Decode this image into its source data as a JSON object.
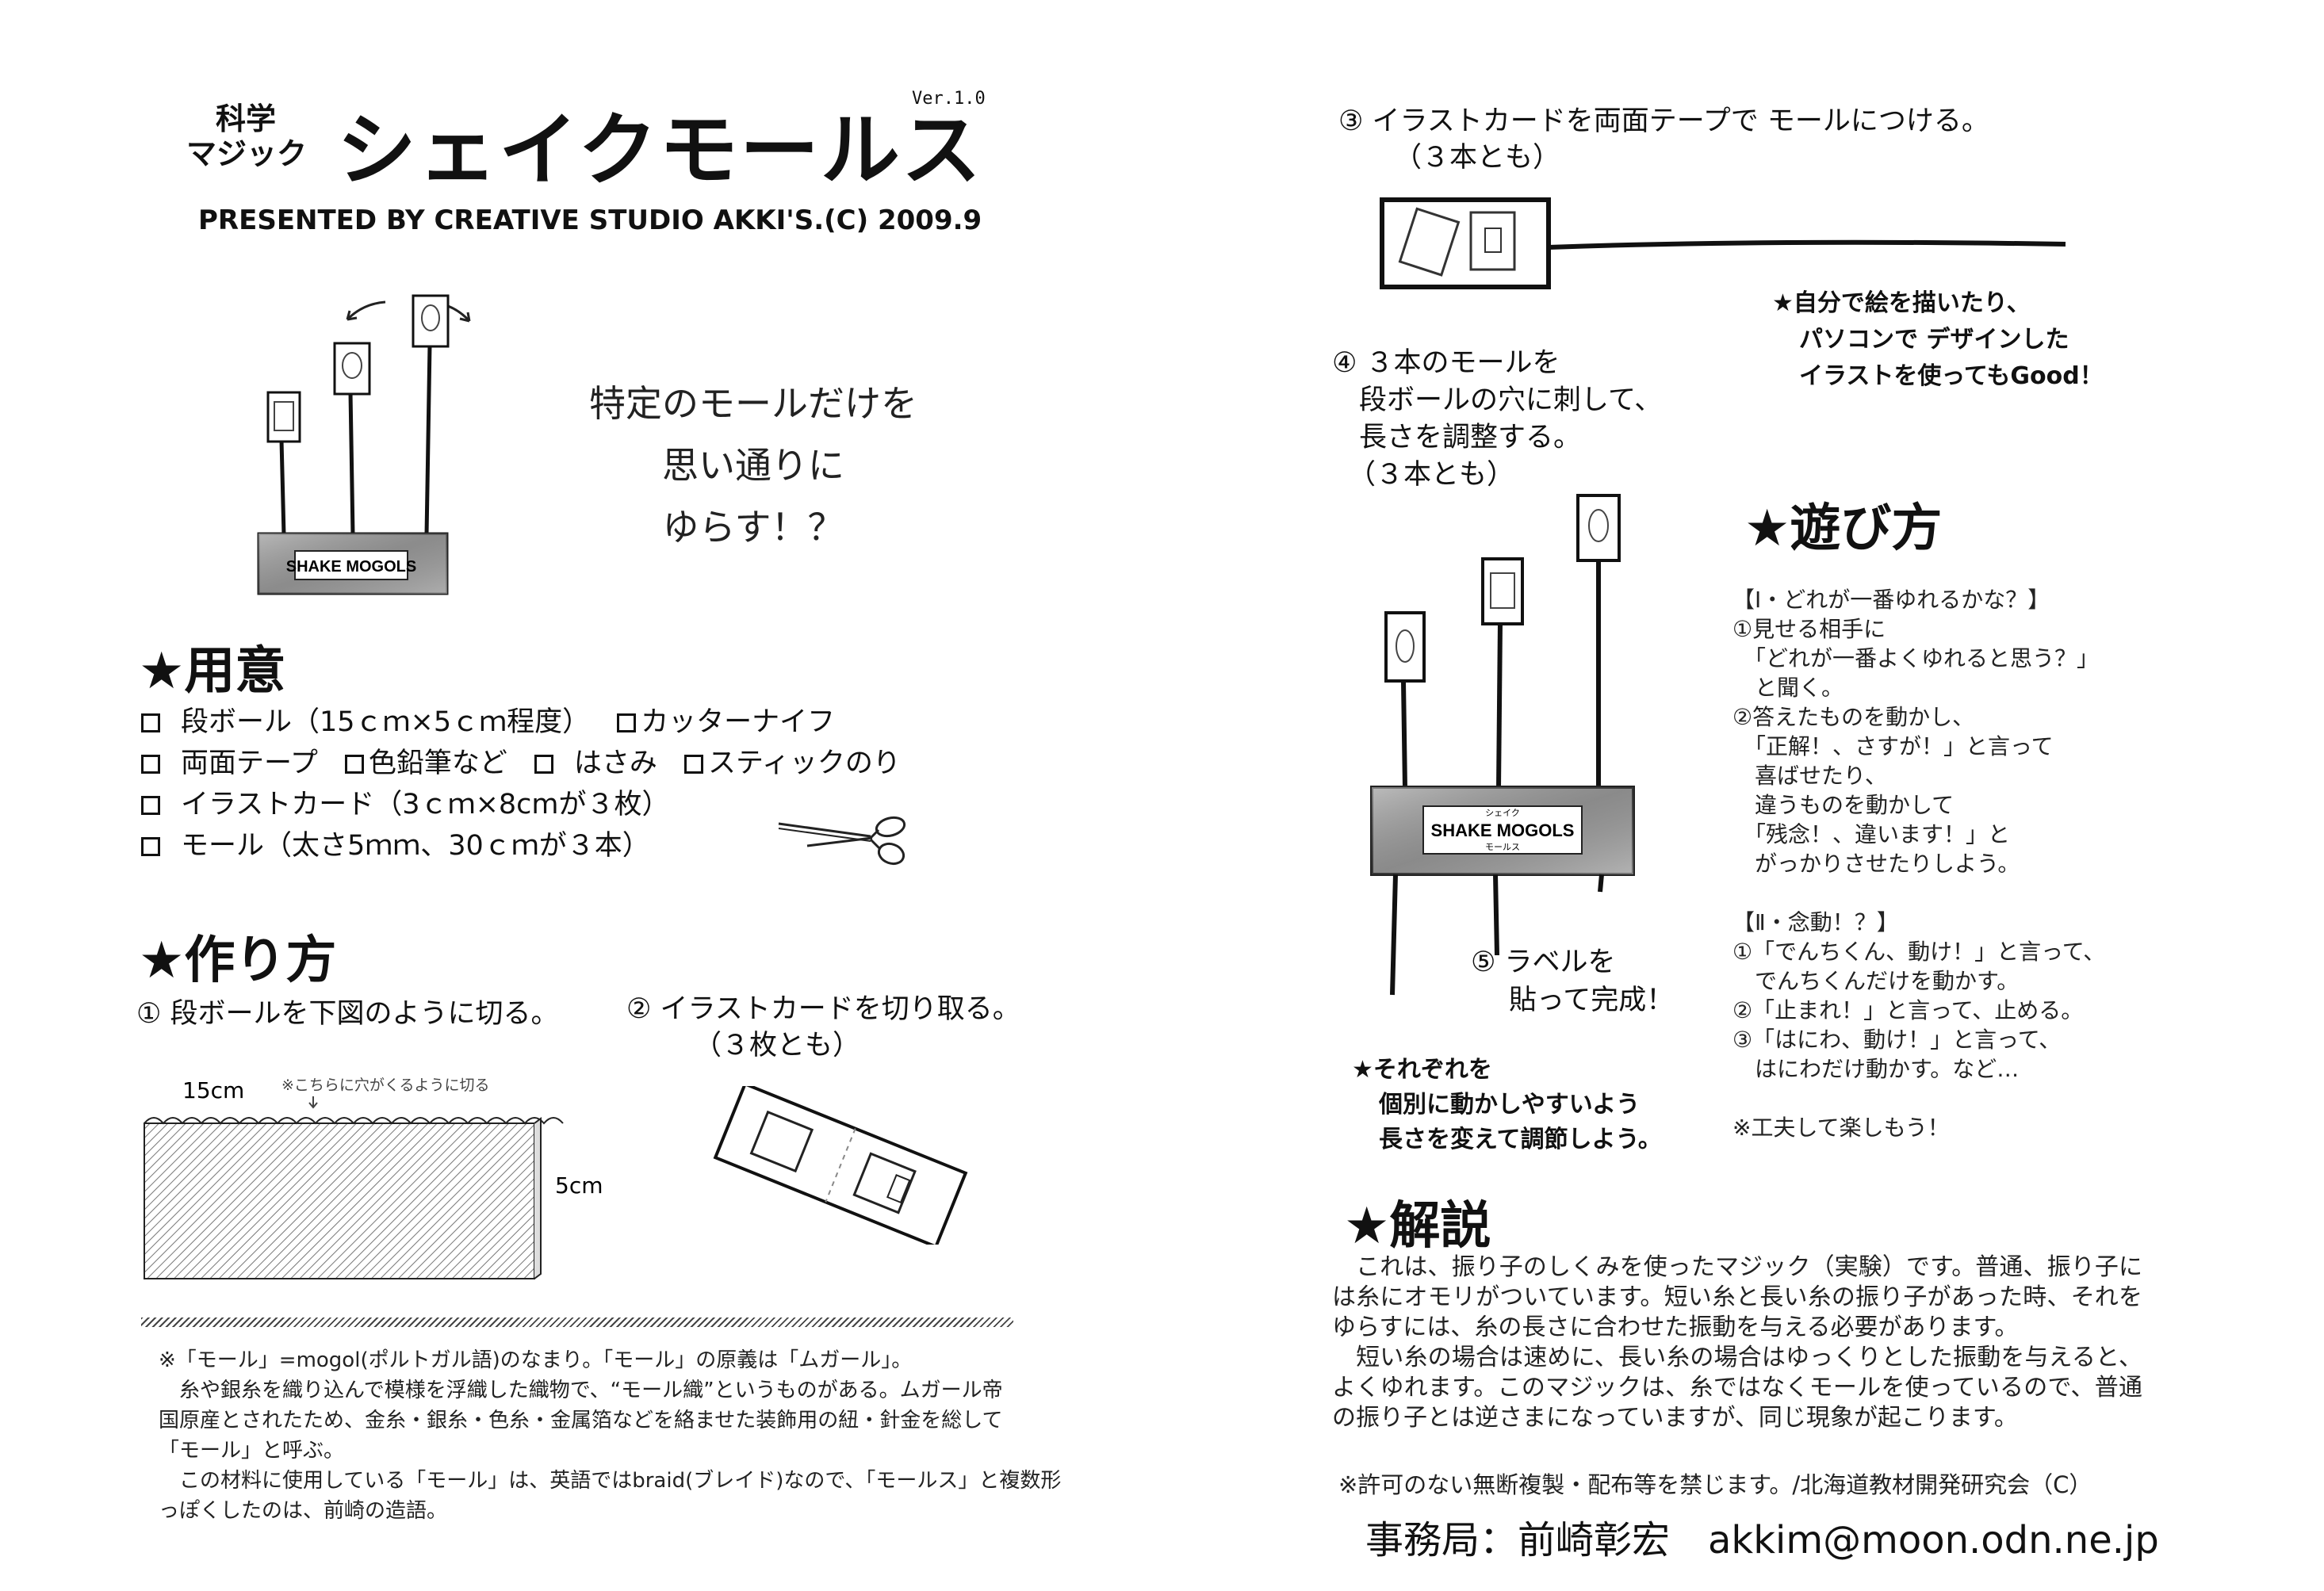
{
  "header": {
    "kagaku_line1": "科学",
    "kagaku_line2": "マジック",
    "title": "シェイクモールス",
    "version": "Ver.1.0",
    "presented_by": "PRESENTED BY CREATIVE STUDIO AKKI'S.(C) 2009.9"
  },
  "hero": {
    "sign_text": "SHAKE MOGOLS",
    "tagline": [
      "特定のモールだけを",
      "思い通りに",
      "ゆらす！？"
    ]
  },
  "prep": {
    "title": "★用意",
    "rows": [
      [
        "段ボール（15ｃｍ×5ｃｍ程度）",
        "カッターナイフ"
      ],
      [
        "両面テープ",
        "色鉛筆など",
        "はさみ",
        "スティックのり"
      ],
      [
        "イラストカード（3ｃｍ×8cmが３枚）"
      ],
      [
        "モール（太さ5ｍｍ、30ｃｍが３本）"
      ]
    ]
  },
  "make": {
    "title": "★作り方",
    "step1": "①  段ボールを下図のように切る。",
    "step2_line1": "②  イラストカードを切り取る。",
    "step2_line2": "（３枚とも）",
    "dim_width": "15cm",
    "dim_height": "5cm",
    "hole_note": "※こちらに穴がくるように切る"
  },
  "notes": [
    "※「モール」=mogol(ポルトガル語)のなまり。「モール」の原義は「ムガール」。",
    "　糸や銀糸を織り込んで模様を浮織した織物で、“モール織”というものがある。ムガール帝",
    "国原産とされたため、金糸・銀糸・色糸・金属箔などを絡ませた装飾用の紐・針金を総して",
    "「モール」と呼ぶ。",
    "　この材料に使用している「モール」は、英語ではbraid(ブレイド)なので、「モールス」と複数形",
    "っぽくしたのは、前崎の造語。"
  ],
  "step3": {
    "line1": "③  イラストカードを両面テープで  モールにつける。",
    "line2": "（３本とも）"
  },
  "tip1": [
    "★自分で絵を描いたり、",
    "パソコンで  デザインした",
    "イラストを使ってもGood！"
  ],
  "step4": [
    "④  ３本のモールを",
    "段ボールの穴に刺して、",
    "長さを調整する。",
    "（３本とも）"
  ],
  "step5": [
    "⑤  ラベルを",
    "貼って完成！"
  ],
  "tip2": [
    "★それぞれを",
    "個別に動かしやすいよう",
    "長さを変えて調節しよう。"
  ],
  "stand_label": {
    "top": "シェイク",
    "main": "SHAKE MOGOLS",
    "bottom": "モールス"
  },
  "play": {
    "title": "★遊び方",
    "lines": [
      "【Ⅰ・どれが一番ゆれるかな？】",
      "①見せる相手に",
      "　「どれが一番よくゆれると思う？」",
      "　と聞く。",
      "②答えたものを動かし、",
      "　「正解！、さすが！」と言って",
      "　喜ばせたり、",
      "　違うものを動かして",
      "　「残念！、違います！」と",
      "　がっかりさせたりしよう。",
      "",
      "【Ⅱ・念動！？】",
      "①「でんちくん、動け！」と言って、",
      "　でんちくんだけを動かす。",
      "②「止まれ！」と言って、止める。",
      "③「はにわ、動け！」と言って、",
      "　はにわだけ動かす。など…",
      "",
      "※工夫して楽しもう！"
    ]
  },
  "explanation": {
    "title": "★解説",
    "para1": "　これは、振り子のしくみを使ったマジック（実験）です。普通、振り子には糸にオモリがついています。短い糸と長い糸の振り子があった時、それをゆらすには、糸の長さに合わせた振動を与える必要があります。",
    "para2": "　短い糸の場合は速めに、長い糸の場合はゆっくりとした振動を与えると、よくゆれます。このマジックは、糸ではなくモールを使っているので、普通の振り子とは逆さまになっていますが、同じ現象が起こります。"
  },
  "footer": {
    "copyright": "※許可のない無断複製・配布等を禁じます。/北海道教材開発研究会（C）",
    "office": "事務局：前崎彰宏　akkim@moon.odn.ne.jp"
  }
}
